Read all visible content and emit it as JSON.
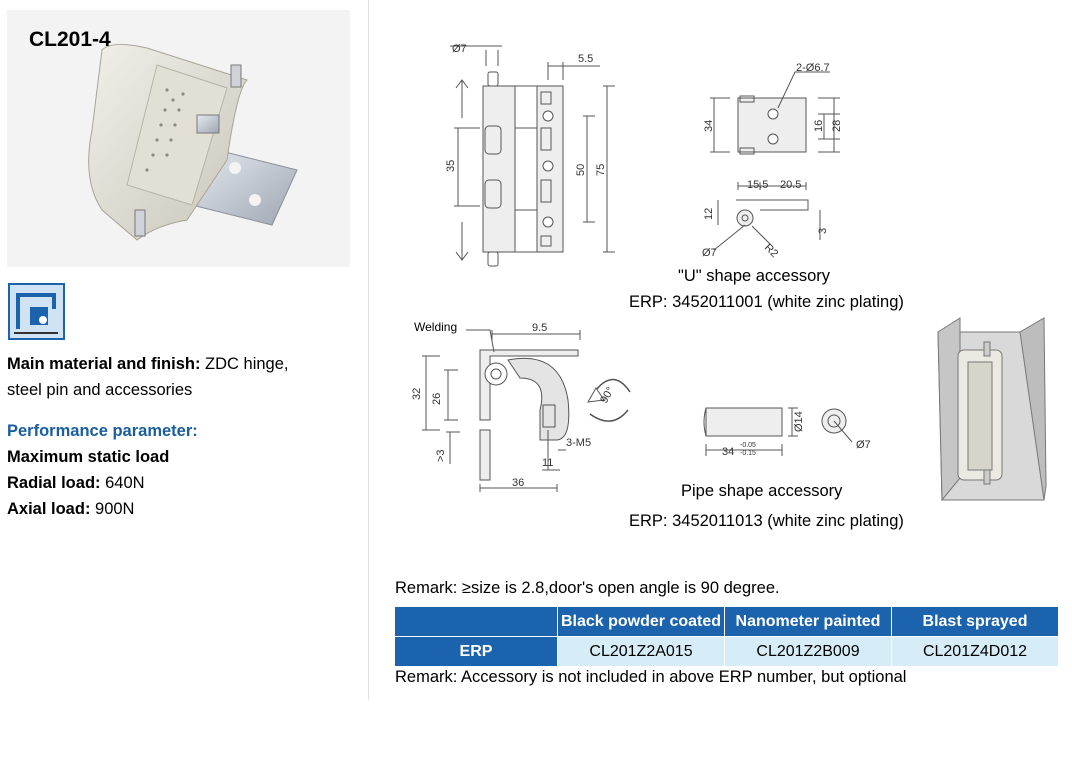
{
  "product": {
    "code": "CL201-4",
    "material_label": "Main material and finish:",
    "material_value": " ZDC hinge,",
    "material_value_2": "steel pin and accessories",
    "performance_heading": "Performance parameter:",
    "static_load_label": "Maximum static load",
    "radial_label": "Radial load:",
    "radial_value": " 640N",
    "axial_label": "Axial load:",
    "axial_value": " 900N"
  },
  "drawings": {
    "main_dims": {
      "d7": "Ø7",
      "d5_5": "5.5",
      "d35": "35",
      "d50": "50",
      "d75": "75"
    },
    "u_dims": {
      "holes": "2-Ø6.7",
      "d34": "34",
      "d16": "16",
      "d28": "28",
      "d15_5": "15.5",
      "d20_5": "20.5",
      "d12": "12",
      "d7": "Ø7",
      "r2": "R2",
      "d3": "3"
    },
    "u_caption": "\"U\" shape accessory",
    "u_erp": "ERP: 3452011001 (white zinc plating)",
    "welding_label": "Welding",
    "side_dims": {
      "d9_5": "9.5",
      "d32": "32",
      "d26": "26",
      "d3": ">3",
      "m5": "3-M5",
      "d11": "11",
      "d36": "36",
      "angle": "90°"
    },
    "pipe_dims": {
      "d14": "Ø14",
      "d34": "34",
      "tol_hi": "-0.05",
      "tol_lo": "-0.15",
      "d7": "Ø7"
    },
    "pipe_caption": "Pipe shape accessory",
    "pipe_erp": "ERP: 3452011013 (white zinc plating)"
  },
  "remark_1": "Remark: ≥size is 2.8,door's open angle is 90 degree.",
  "table": {
    "headers": [
      "",
      "Black powder coated",
      "Nanometer painted",
      "Blast sprayed"
    ],
    "row_label": "ERP",
    "cells": [
      "CL201Z2A015",
      "CL201Z2B009",
      "CL201Z4D012"
    ]
  },
  "remark_2": "Remark:  Accessory is not  included in above ERP number, but optional",
  "colors": {
    "header_blue": "#1b63ad",
    "row_light": "#d6edf8",
    "heading_blue": "#1a5da0"
  }
}
